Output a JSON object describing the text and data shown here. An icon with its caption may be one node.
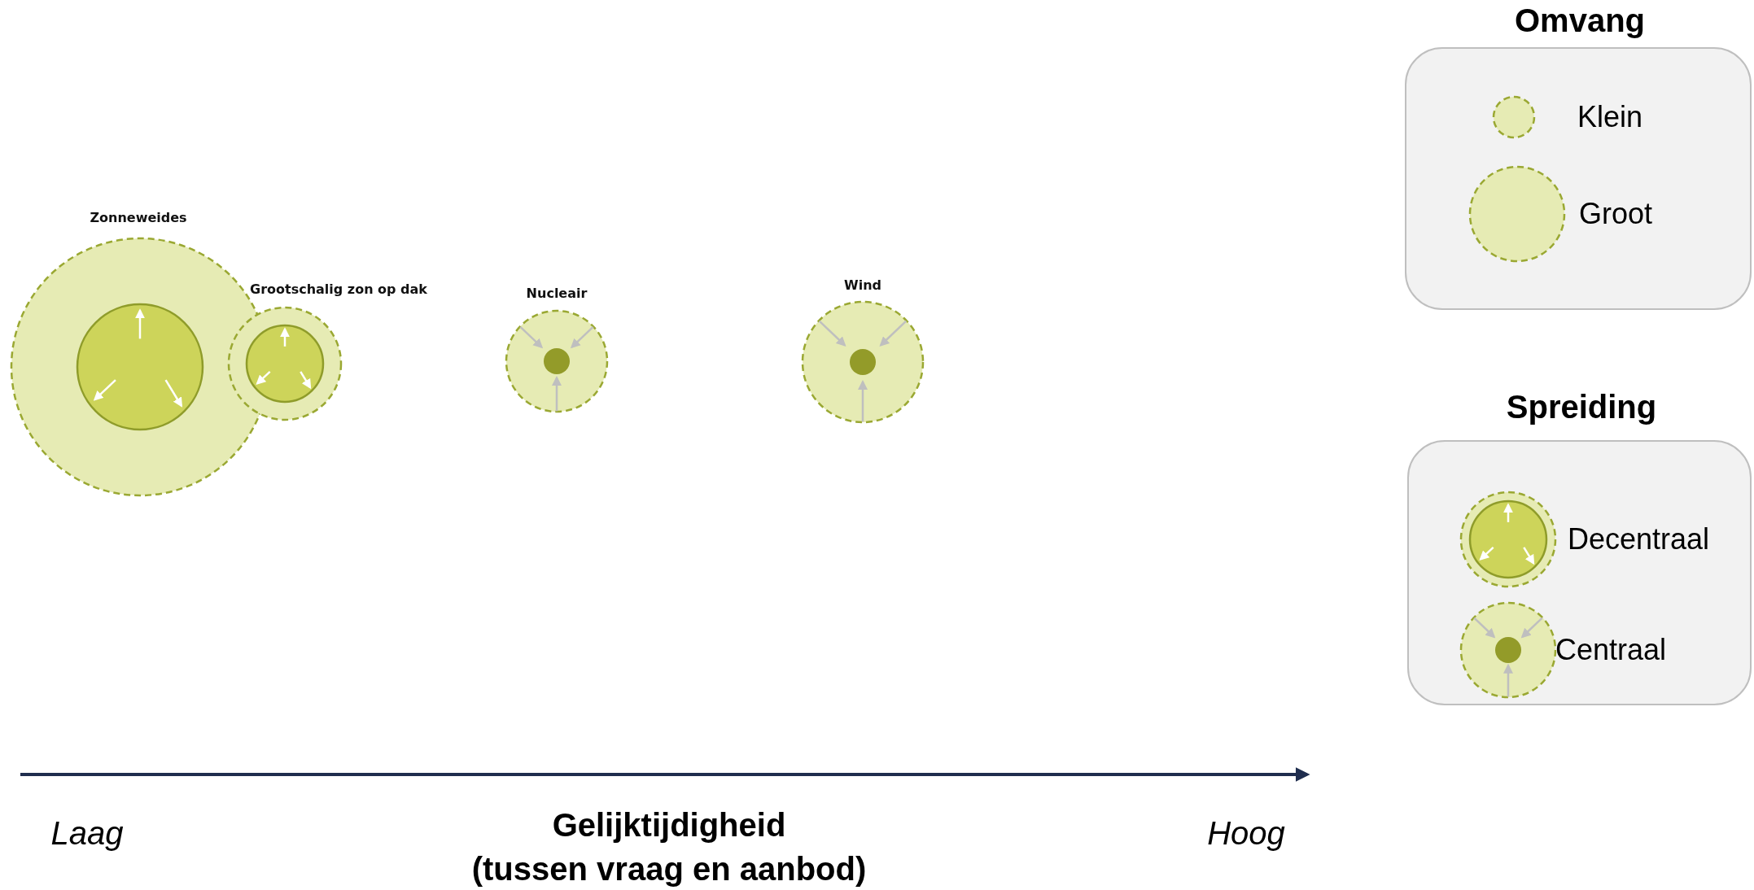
{
  "diagram": {
    "nodes": [
      {
        "text": [
          "Zonneweides"
        ]
      },
      {
        "text": [
          "Grootschalig zon op dak"
        ]
      },
      {
        "text": [
          "Nucleair"
        ]
      },
      {
        "text": [
          "Wind"
        ]
      },
      {
        "text": [
          "Omvang"
        ]
      },
      {
        "text": [
          "Spreiding"
        ]
      }
    ],
    "labels": [
      "Laag",
      "Gelijktijdigheid (tussen vraag en aanbod)",
      "Hoog"
    ],
    "legend": [
      {
        "text": "Klein"
      },
      {
        "text": "Groot"
      },
      {
        "text": "Decentraal"
      },
      {
        "text": "Centraal"
      }
    ]
  }
}
